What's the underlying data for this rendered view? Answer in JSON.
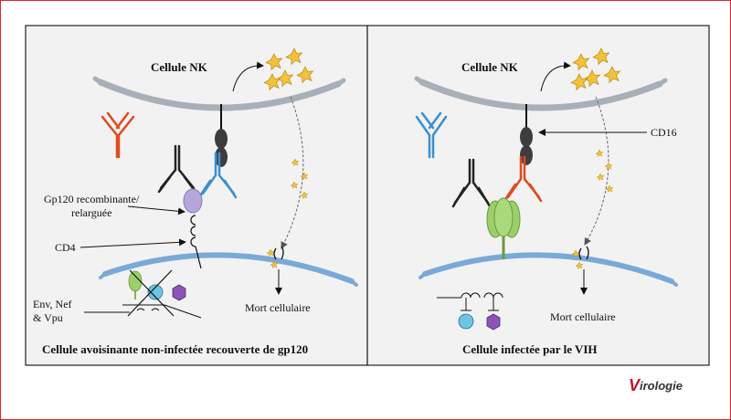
{
  "left_panel": {
    "nk_label": "Cellule NK",
    "gp120_label_line1": "Gp120 recombinante/",
    "gp120_label_line2": "relarguée",
    "cd4_label": "CD4",
    "env_label_line1": "Env, Nef",
    "env_label_line2": "& Vpu",
    "death_label": "Mort cellulaire",
    "caption": "Cellule avoisinante non-infectée recouverte de gp120"
  },
  "right_panel": {
    "nk_label": "Cellule NK",
    "cd16_label": "CD16",
    "death_label": "Mort cellulaire",
    "caption": "Cellule infectée par le VIH"
  },
  "logo": {
    "first": "V",
    "rest": "irologie"
  },
  "colors": {
    "border": "#e3242b",
    "membrane_grey": "#a7b0b8",
    "membrane_blue": "#79a9d8",
    "antibody_red": "#e04a1f",
    "antibody_blue": "#3b8fd1",
    "antibody_black": "#222222",
    "gp120_purple": "#b7a6d9",
    "env_green": "#9ccf6a",
    "star_yellow": "#f2c23a",
    "nef_cyan": "#6fc4e4",
    "vpu_purple": "#8a55b4"
  }
}
